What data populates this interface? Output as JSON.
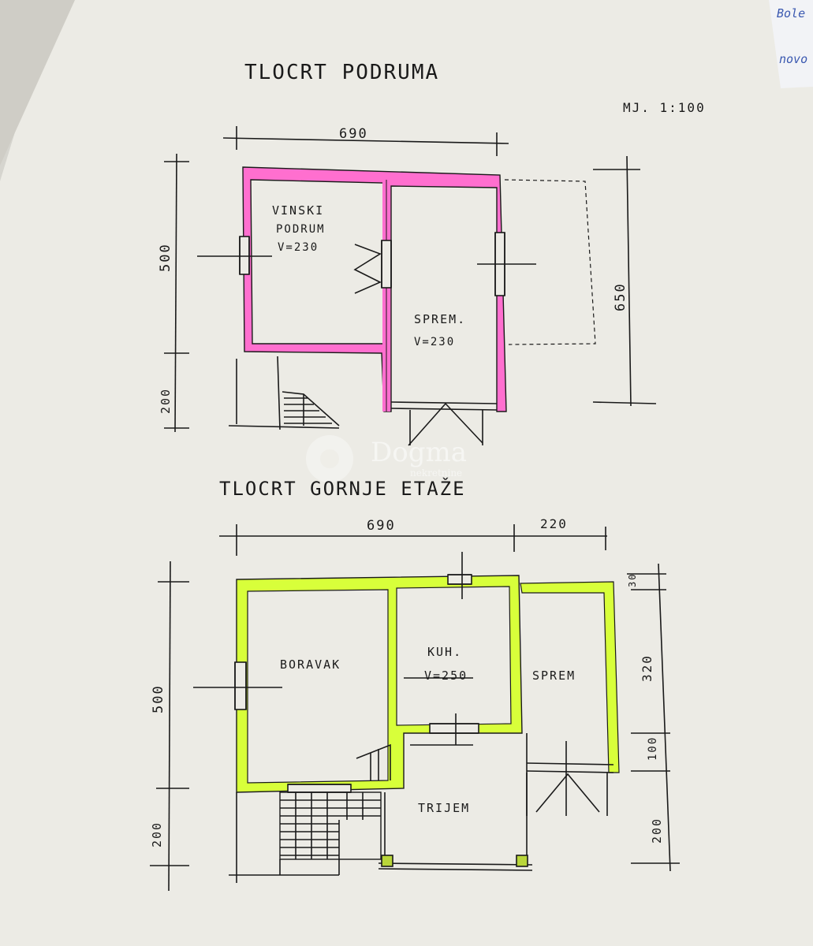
{
  "top_plan": {
    "title": "TLOCRT PODRUMA",
    "scale": "MJ. 1:100",
    "dim_width": "690",
    "dim_left_upper": "500",
    "dim_left_lower": "200",
    "dim_right": "650",
    "rooms": [
      {
        "name": "VINSKI",
        "name2": "PODRUM",
        "height": "V=230"
      },
      {
        "name": "SPREM.",
        "height": "V=230"
      }
    ],
    "wall_color": "#ff6fcf"
  },
  "bottom_plan": {
    "title": "TLOCRT GORNJE ETAŽE",
    "dim_width": "690",
    "dim_width_right": "220",
    "dim_left_upper": "500",
    "dim_left_lower": "200",
    "dim_right_a": "30",
    "dim_right_b": "320",
    "dim_right_c": "100",
    "dim_right_d": "200",
    "rooms": [
      {
        "name": "BORAVAK"
      },
      {
        "name": "KUH.",
        "height": "V=250"
      },
      {
        "name": "SPREM"
      },
      {
        "name": "TRIJEM"
      }
    ],
    "wall_color": "#d8ff3a"
  },
  "watermark": {
    "brand": "Dogma",
    "sub": "nekretnine"
  },
  "corner_notes": [
    "Bole",
    "novo"
  ]
}
